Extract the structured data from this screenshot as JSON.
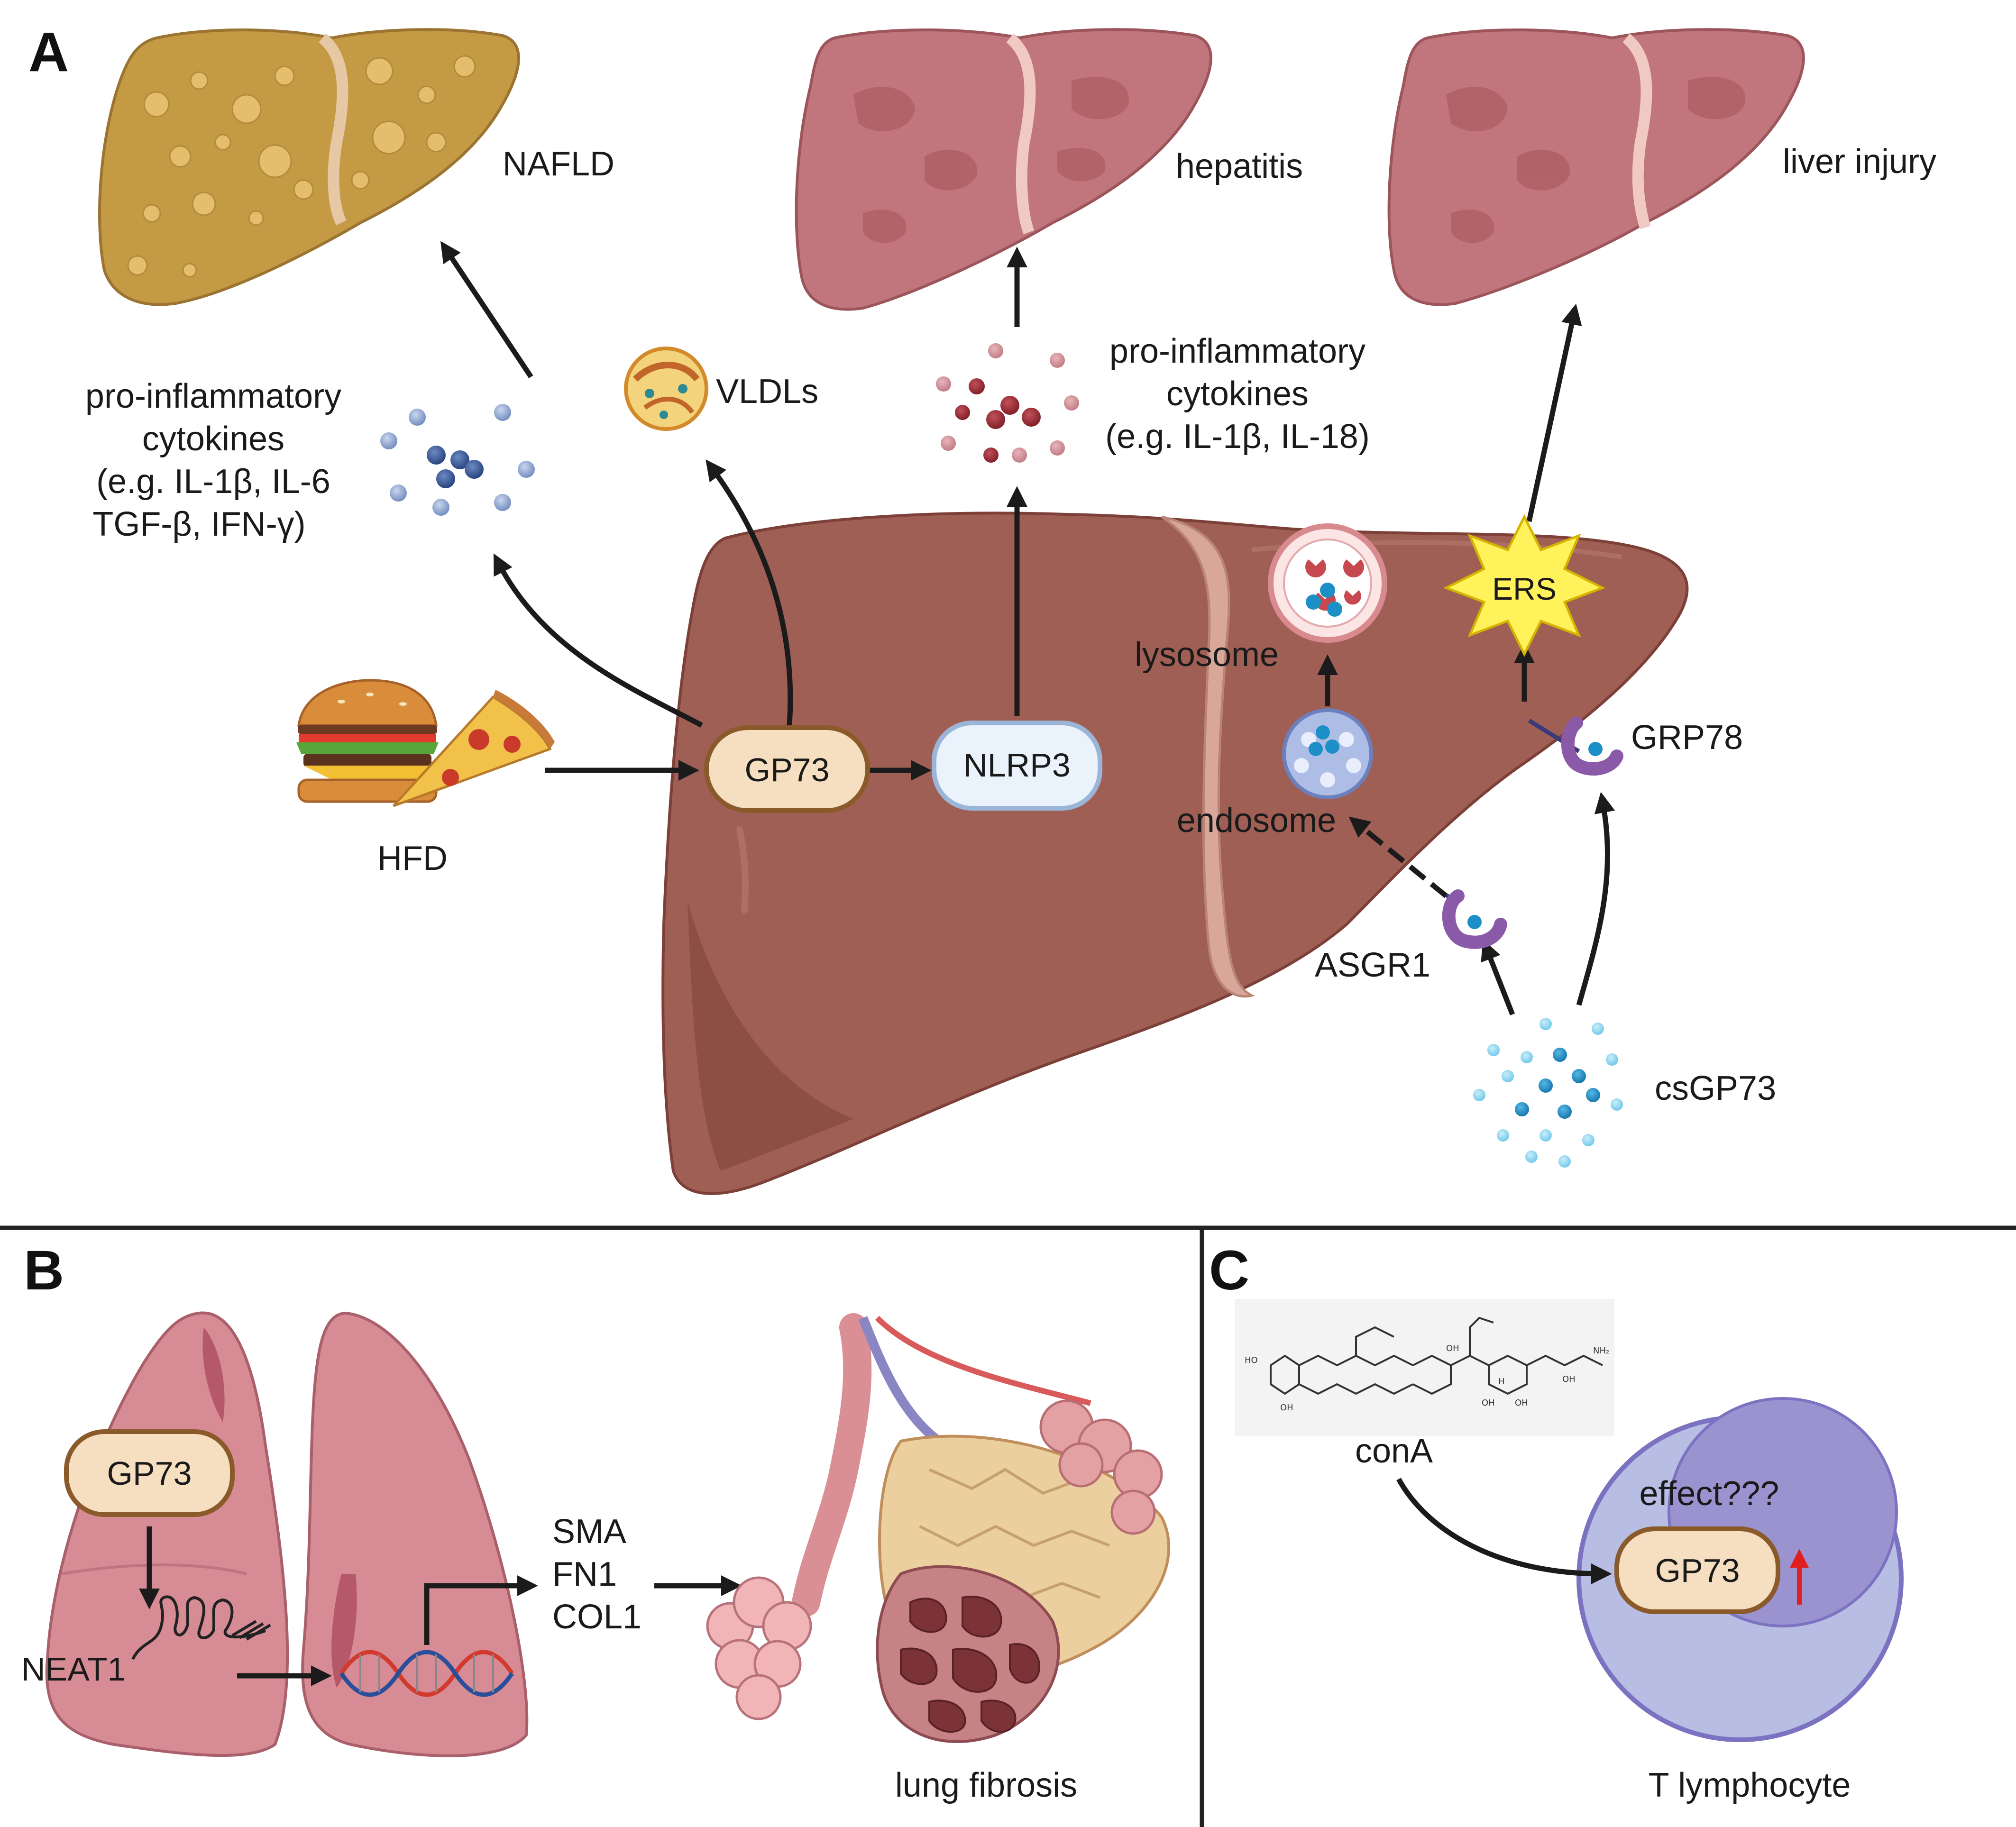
{
  "panels": {
    "a": "A",
    "b": "B",
    "c": "C"
  },
  "panel_a": {
    "nafld": "NAFLD",
    "hepatitis": "hepatitis",
    "liver_injury": "liver injury",
    "cytokines_left": [
      "pro-inflammatory",
      "cytokines",
      "(e.g. IL-1β, IL-6",
      "TGF-β, IFN-γ)"
    ],
    "vldls": "VLDLs",
    "cytokines_mid": [
      "pro-inflammatory",
      "cytokines",
      "(e.g. IL-1β, IL-18)"
    ],
    "hfd": "HFD",
    "gp73": "GP73",
    "nlrp3": "NLRP3",
    "lysosome": "lysosome",
    "endosome": "endosome",
    "ers": "ERS",
    "grp78": "GRP78",
    "asgr1": "ASGR1",
    "csgp73": "csGP73"
  },
  "panel_b": {
    "gp73": "GP73",
    "neat1": "NEAT1",
    "genes": [
      "SMA",
      "FN1",
      "COL1"
    ],
    "lung_fibrosis": "lung fibrosis"
  },
  "panel_c": {
    "structure_labels": [
      "HO",
      "OH",
      "OH",
      "OH",
      "OH",
      "OH",
      "NH₂",
      "H"
    ],
    "cona": "conA",
    "effect": "effect???",
    "gp73": "GP73",
    "t_lymphocyte": "T lymphocyte"
  },
  "colors": {
    "liver": "#9f5f55",
    "liver_dark": "#7c4039",
    "liver_ligament": "#d9a79a",
    "fatty_liver": "#c49a45",
    "hepatitis_liver": "#c0767c",
    "gp73_fill": "#f5dfc0",
    "gp73_stroke": "#8a5a2b",
    "nlrp3_fill": "#eaf2fb",
    "nlrp3_stroke": "#9ab5d8",
    "blue_cytokine": "#3d5e9a",
    "red_cytokine": "#a8363f",
    "csgp73": "#2a9fd0",
    "receptor": "#8a5aa8",
    "ers_fill": "#fff25a",
    "lung": "#d78b95",
    "cell_outer": "#b7bde3",
    "cell_inner": "#9b93d0",
    "red_arrow": "#e02020"
  }
}
